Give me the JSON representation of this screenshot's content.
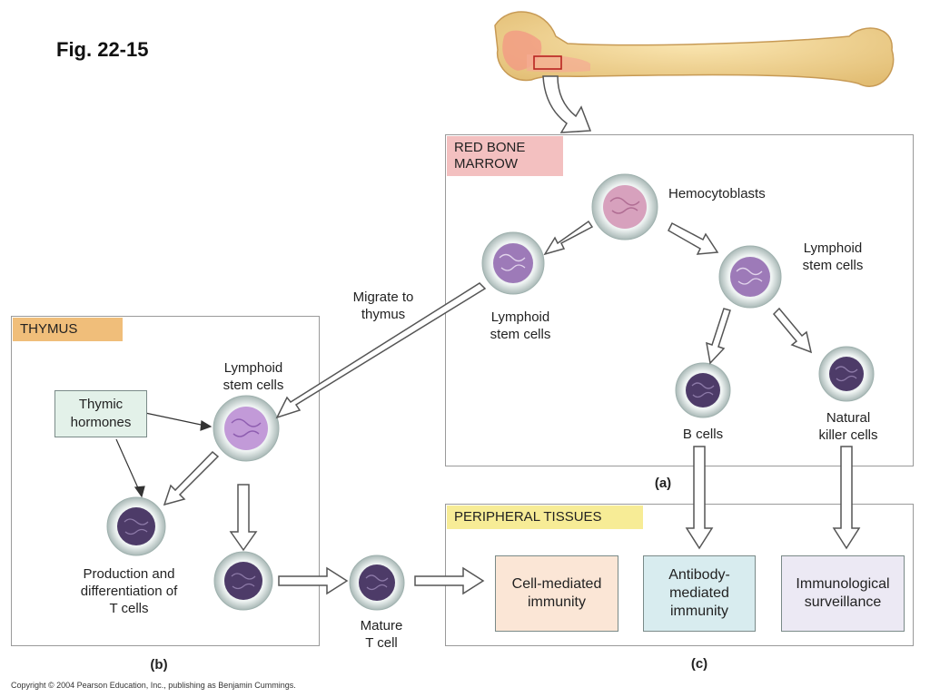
{
  "figure": {
    "title": "Fig. 22-15",
    "copyright": "Copyright © 2004 Pearson Education, Inc., publishing as Benjamin Cummings."
  },
  "red_marrow": {
    "tag": "RED BONE\nMARROW",
    "hemocytoblasts": "Hemocytoblasts",
    "lymphoid_left": "Lymphoid\nstem cells",
    "lymphoid_right": "Lymphoid\nstem cells",
    "b_cells": "B cells",
    "nk_cells": "Natural\nkiller cells",
    "panel_letter": "(a)"
  },
  "migrate": "Migrate to\nthymus",
  "thymus": {
    "tag": "THYMUS",
    "lymphoid": "Lymphoid\nstem cells",
    "hormones": "Thymic\nhormones",
    "production": "Production and\ndifferentiation of\nT cells",
    "panel_letter": "(b)"
  },
  "mature_t": "Mature\nT cell",
  "peripheral": {
    "tag": "PERIPHERAL TISSUES",
    "cell_mediated": "Cell-mediated\nimmunity",
    "antibody": "Antibody-\nmediated\nimmunity",
    "surveillance": "Immunological\nsurveillance",
    "panel_letter": "(c)"
  },
  "colors": {
    "marrow_tag": "#f3c0c0",
    "thymus_tag": "#f0be7a",
    "peripheral_tag": "#f7ec96",
    "cell_mediated": "#fbe6d6",
    "antibody": "#d8ecef",
    "surveillance": "#ece9f4",
    "hormones": "#e3f1e9"
  }
}
